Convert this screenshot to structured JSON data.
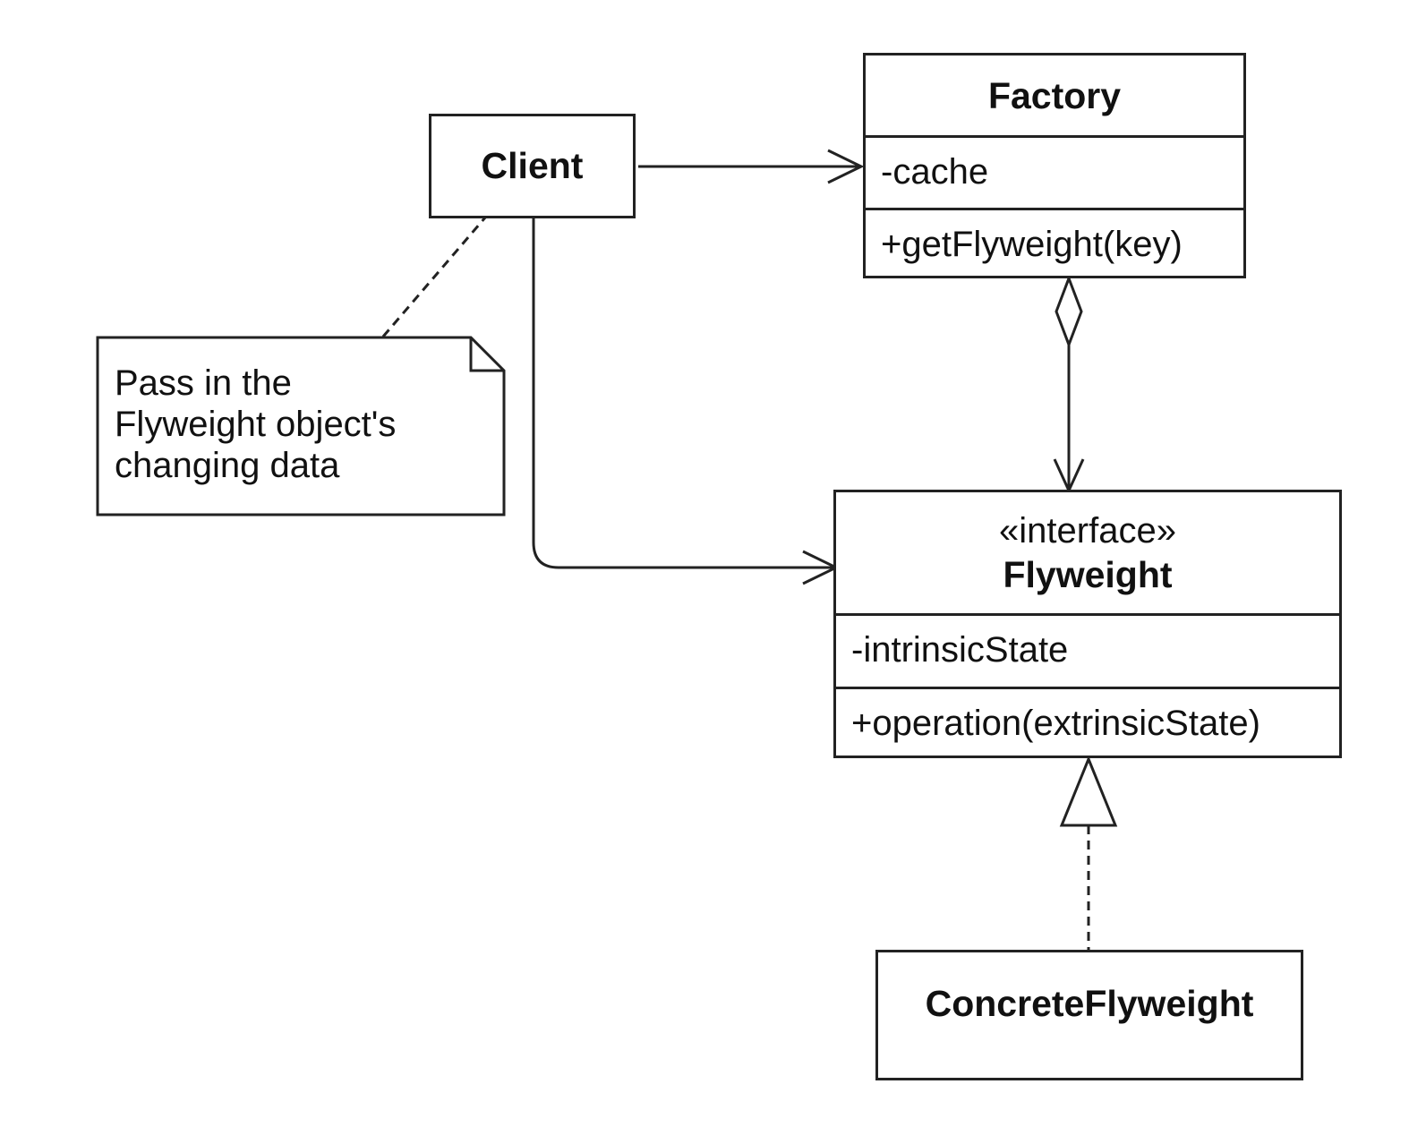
{
  "classes": {
    "client": {
      "name": "Client"
    },
    "factory": {
      "name": "Factory",
      "attributes": [
        "-cache"
      ],
      "operations": [
        "+getFlyweight(key)"
      ]
    },
    "flyweight": {
      "stereotype": "«interface»",
      "name": "Flyweight",
      "attributes": [
        "-intrinsicState"
      ],
      "operations": [
        "+operation(extrinsicState)"
      ]
    },
    "concrete_flyweight": {
      "name": "ConcreteFlyweight"
    }
  },
  "note": {
    "lines": [
      "Pass in the",
      "Flyweight object's",
      "changing data"
    ]
  },
  "relationships": [
    {
      "from": "Client",
      "to": "Factory",
      "kind": "association"
    },
    {
      "from": "Client",
      "to": "Flyweight",
      "kind": "association"
    },
    {
      "from": "Factory",
      "to": "Flyweight",
      "kind": "aggregation"
    },
    {
      "from": "ConcreteFlyweight",
      "to": "Flyweight",
      "kind": "realization"
    },
    {
      "from": "note",
      "to": "Client",
      "kind": "note-anchor"
    }
  ],
  "colors": {
    "stroke": "#222222",
    "background": "#ffffff"
  }
}
